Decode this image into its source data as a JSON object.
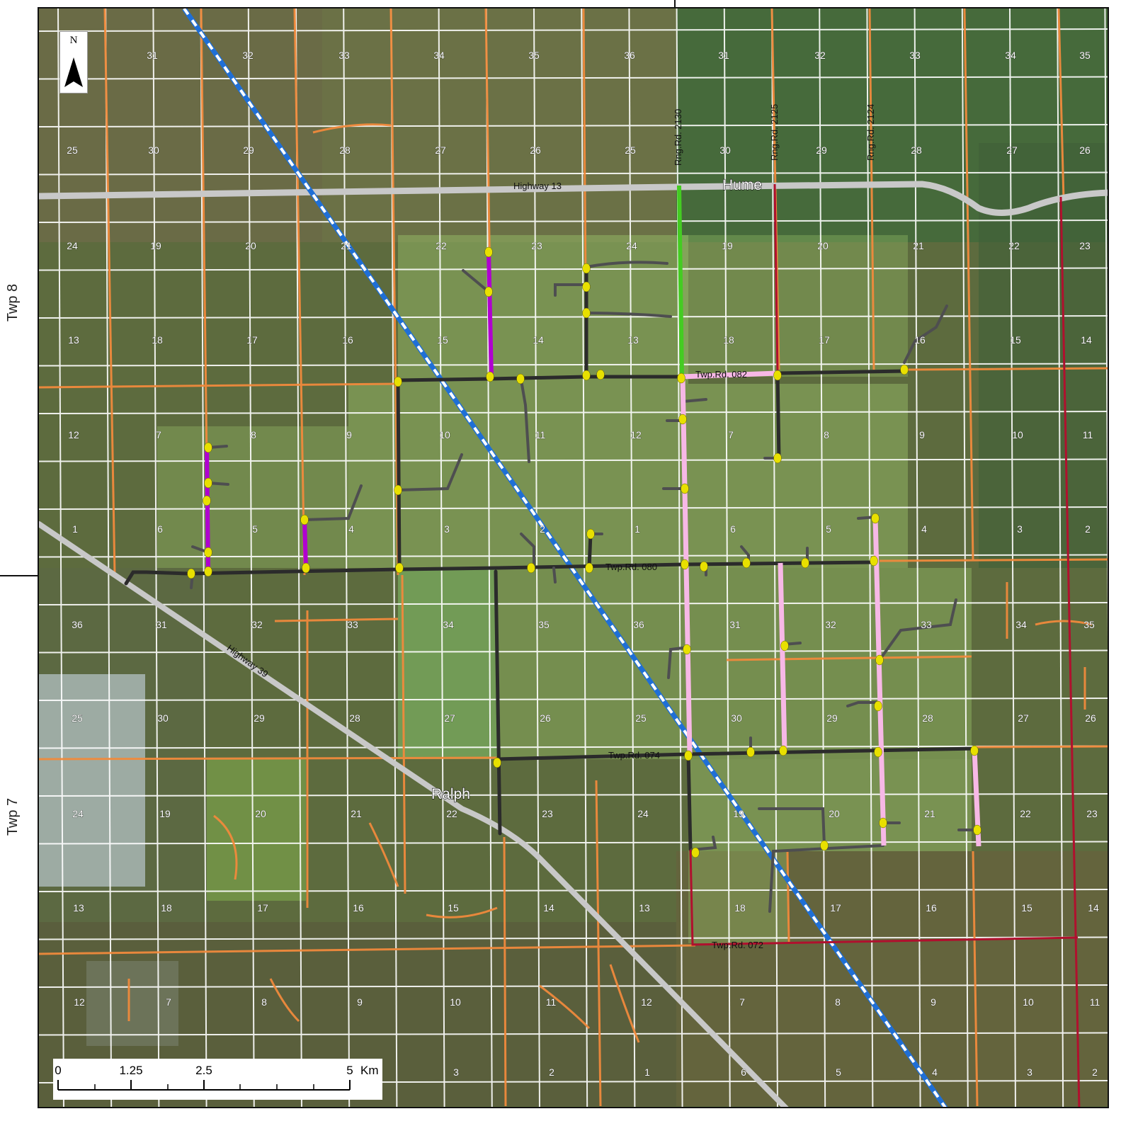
{
  "map": {
    "township_labels": [
      "Twp 8",
      "Twp 7"
    ],
    "north_arrow": "N",
    "places": [
      "Hume",
      "Ralph"
    ],
    "highways": [
      "Highway 13",
      "Highway 39"
    ],
    "roads": [
      "Rng.Rd. 2130",
      "Rng.Rd. 2125",
      "Rng.Rd. 2124",
      "Twp.Rd. 082",
      "Twp.Rd. 080",
      "Twp.Rd. 074",
      "Twp.Rd. 072"
    ],
    "scale": {
      "ticks": [
        "0",
        "1.25",
        "2.5",
        "5"
      ],
      "unit": "Km"
    },
    "colors": {
      "imagery_dark": "#59663a",
      "imagery_light": "#8fa566",
      "section_grid": "#ffffff",
      "local_road": "#f08a3c",
      "highway": "#c8c8c8",
      "existing_route": "#2b2b2b",
      "route_green": "#44cc22",
      "route_purple": "#b000d0",
      "route_pink": "#f7b8e6",
      "route_red": "#b0102e",
      "transmission_line": "#1f6fd6",
      "node_marker": "#e8e000"
    },
    "section_numbers": [
      "31",
      "32",
      "33",
      "34",
      "35",
      "36",
      "31",
      "32",
      "33",
      "34",
      "35",
      "25",
      "30",
      "29",
      "28",
      "27",
      "26",
      "25",
      "30",
      "29",
      "28",
      "27",
      "26",
      "24",
      "19",
      "20",
      "21",
      "22",
      "23",
      "24",
      "19",
      "20",
      "21",
      "22",
      "23",
      "13",
      "18",
      "17",
      "16",
      "15",
      "14",
      "13",
      "18",
      "17",
      "16",
      "15",
      "14",
      "12",
      "7",
      "8",
      "9",
      "10",
      "11",
      "12",
      "7",
      "8",
      "9",
      "10",
      "11",
      "1",
      "6",
      "5",
      "4",
      "3",
      "2",
      "1",
      "6",
      "5",
      "4",
      "3",
      "2",
      "36",
      "31",
      "32",
      "33",
      "34",
      "35",
      "36",
      "31",
      "32",
      "33",
      "34",
      "35",
      "25",
      "30",
      "29",
      "28",
      "27",
      "26",
      "25",
      "30",
      "29",
      "28",
      "27",
      "26",
      "24",
      "19",
      "20",
      "21",
      "22",
      "23",
      "24",
      "19",
      "20",
      "21",
      "22",
      "23",
      "13",
      "18",
      "17",
      "16",
      "15",
      "14",
      "13",
      "18",
      "17",
      "16",
      "15",
      "14",
      "12",
      "7",
      "8",
      "9",
      "10",
      "11",
      "12",
      "7",
      "8",
      "9",
      "10",
      "11",
      "3",
      "2",
      "1",
      "6",
      "5",
      "4",
      "3",
      "2"
    ]
  }
}
